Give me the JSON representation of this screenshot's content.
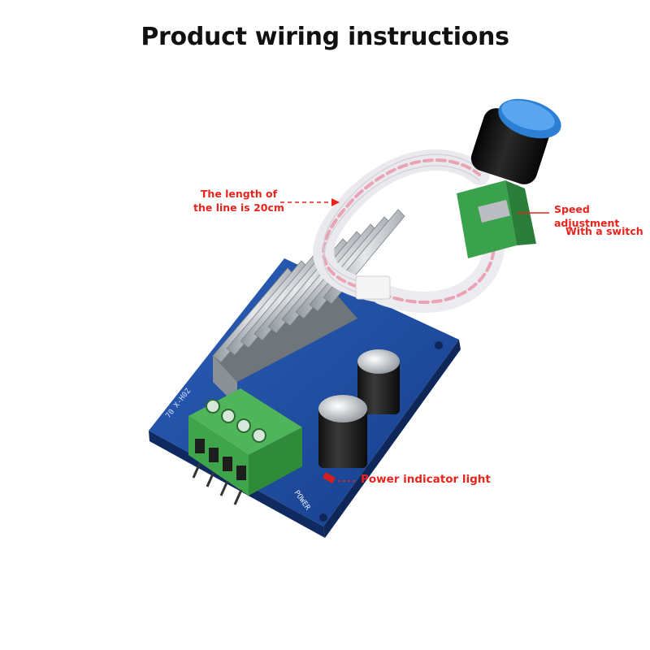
{
  "title": "Product wiring instructions",
  "callouts": {
    "cable_length_line1": "The length of",
    "cable_length_line2": "the line is 20cm",
    "speed_adjustment": "Speed adjustment",
    "with_switch": "With a switch",
    "power_indicator": "Power indicator light"
  },
  "colors": {
    "callout_text": "#e8241c",
    "pcb": "#1d4fa8",
    "terminal": "#3fa44a",
    "knob_cap": "#2c7fd4",
    "pot_body": "#3aa24c"
  },
  "icons": [
    "dc-motor-speed-controller-board",
    "potentiometer-knob",
    "ribbon-cable",
    "heatsink",
    "screw-terminal",
    "capacitor",
    "power-led"
  ]
}
